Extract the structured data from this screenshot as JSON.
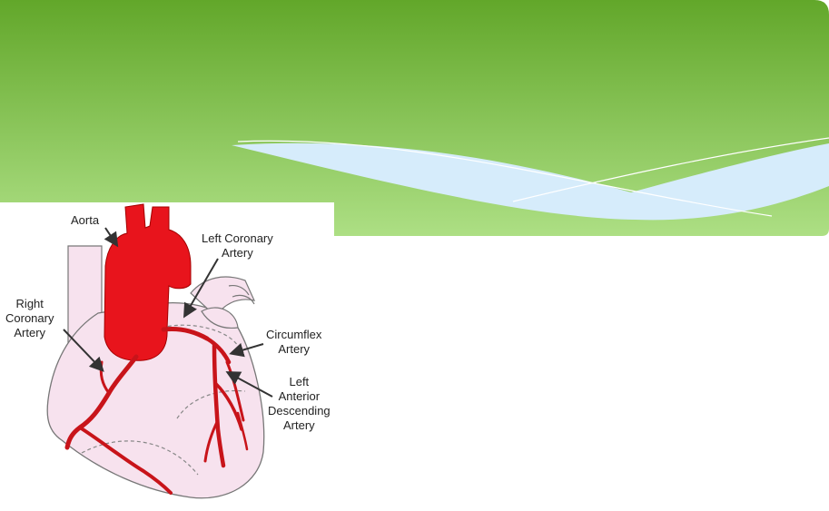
{
  "slide": {
    "title": "",
    "colors": {
      "banner_top": "#62a72a",
      "banner_bottom": "#addf84",
      "wave_fill": "#d6ecfb",
      "artery_red": "#e8141c",
      "heart_fill": "#f7e2ee"
    }
  },
  "diagram": {
    "labels": {
      "aorta": "Aorta",
      "left_coronary": [
        "Left Coronary",
        "Artery"
      ],
      "right_coronary": [
        "Right",
        "Coronary",
        "Artery"
      ],
      "circumflex": [
        "Circumflex",
        "Artery"
      ],
      "lad": [
        "Left",
        "Anterior",
        "Descending",
        "Artery"
      ]
    }
  }
}
